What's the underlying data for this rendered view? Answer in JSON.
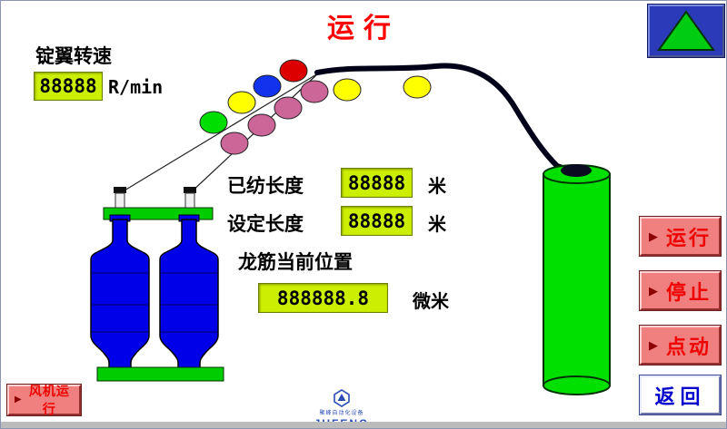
{
  "title": "运行",
  "spindle_speed": {
    "label": "锭翼转速",
    "value": "88888",
    "unit": "R/min"
  },
  "spun_length": {
    "label": "已纺长度",
    "value": "88888",
    "unit": "米"
  },
  "set_length": {
    "label": "设定长度",
    "value": "88888",
    "unit": "米"
  },
  "rail_position": {
    "label": "龙筋当前位置",
    "value": "888888.8",
    "unit": "微米"
  },
  "buttons": {
    "run": {
      "label": "运行"
    },
    "stop": {
      "label": "停止"
    },
    "jog": {
      "label": "点动"
    },
    "back": {
      "label": "返回"
    },
    "fan": {
      "label": "风机运行"
    }
  },
  "icons": {
    "play_glyph": "▶",
    "up_arrow": "up-arrow-triangle"
  },
  "logo": {
    "name": "JUFENG",
    "tagline": "聚峰自动化设备"
  },
  "colors": {
    "title_red": "#ff0000",
    "value_box_bg": "#ccee00",
    "button_salmon": "#f08080",
    "button_text_red": "#ee0000",
    "back_text_blue": "#0000cc",
    "arrow_green": "#00cc11",
    "arrow_bg_blue": "#2a3ab8",
    "cylinder_green": "#00e000",
    "rail_green": "#00cc00",
    "bobbin_blue": "#0000e8",
    "circle_plum": "#cc6699",
    "circle_yellow": "#ffff00",
    "circle_red": "#dd0000",
    "circle_blue": "#1133ee",
    "circle_green": "#00dd00"
  }
}
